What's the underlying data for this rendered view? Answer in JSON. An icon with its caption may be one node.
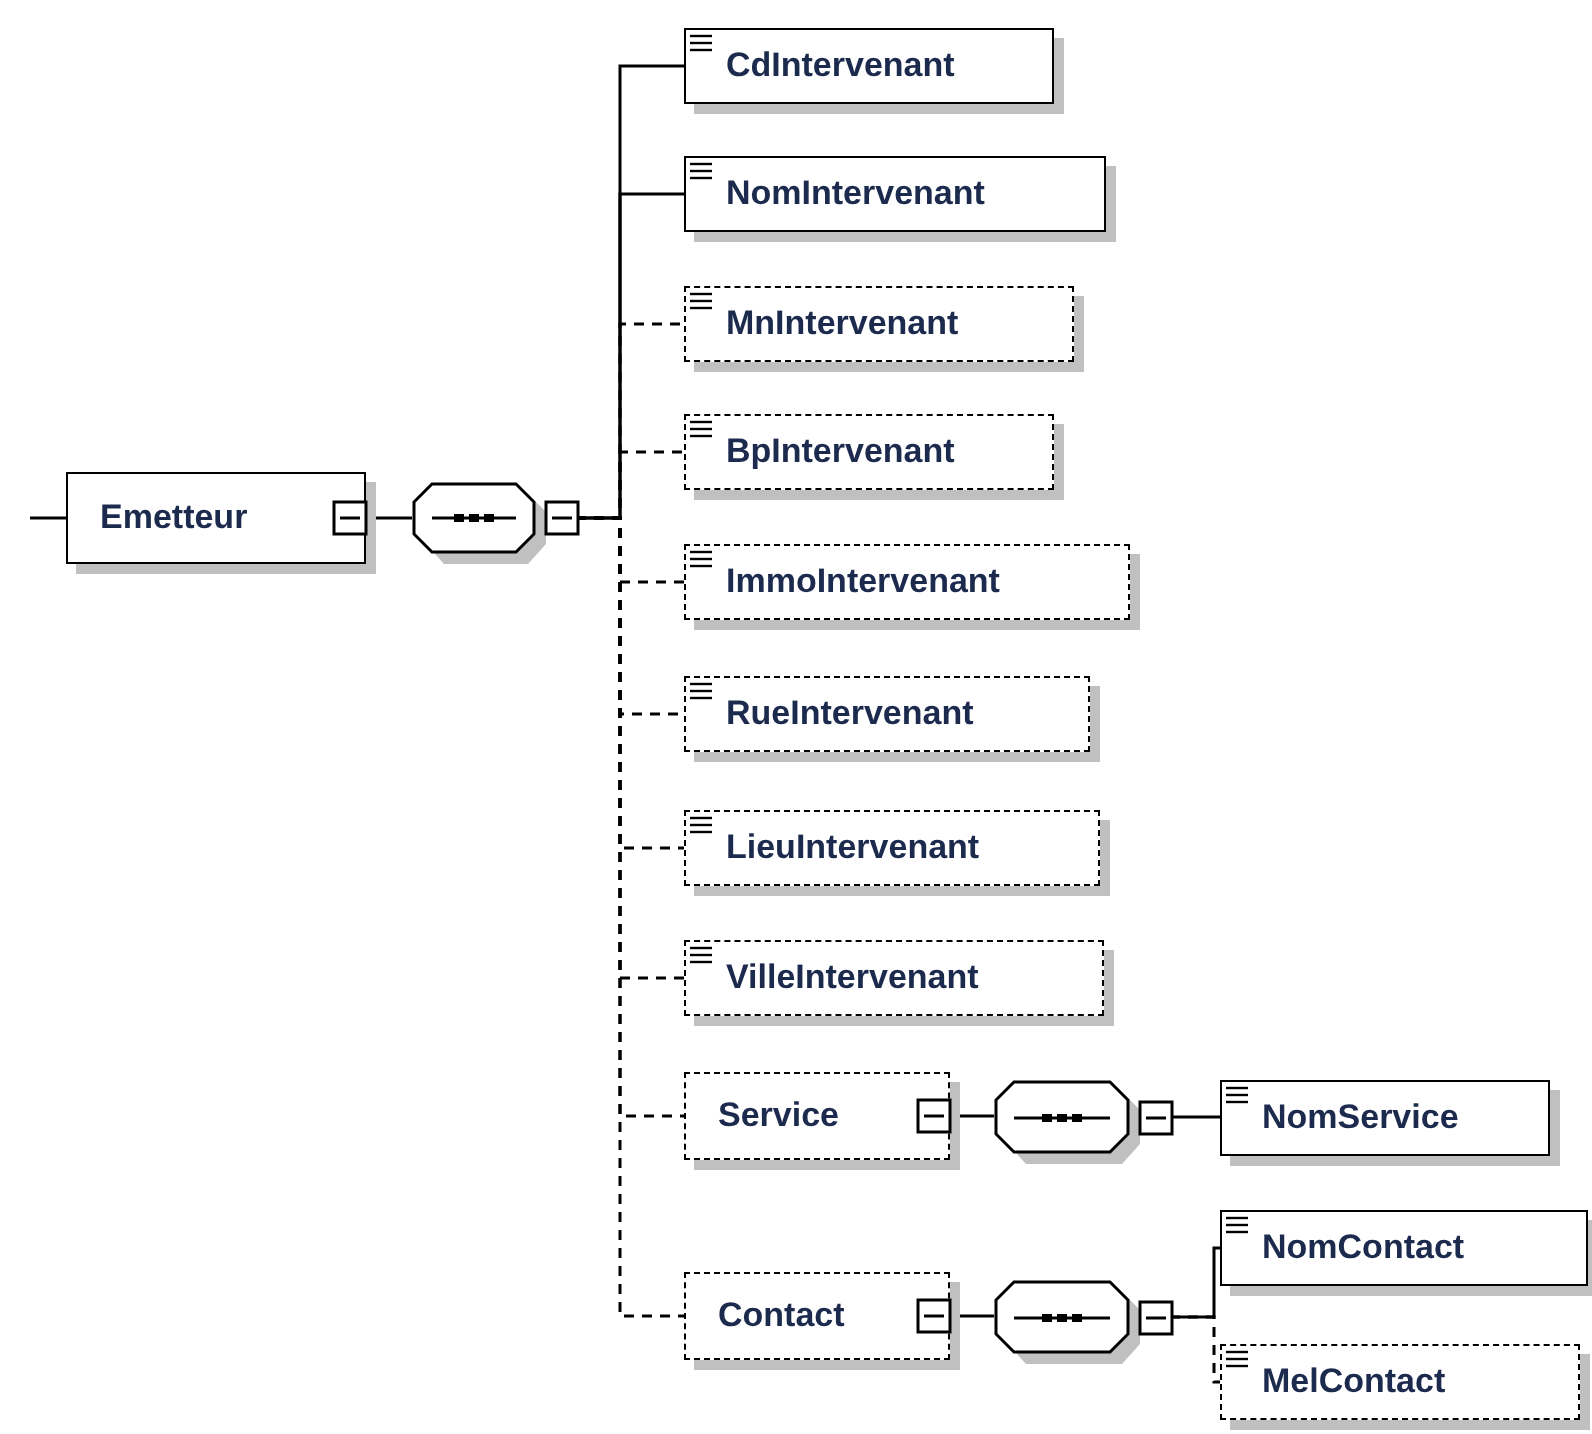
{
  "diagram": {
    "nodes": [
      {
        "text": [
          "Emetteur"
        ]
      },
      {
        "text": [],
        "shape": "octagon"
      },
      {
        "text": [
          "CdIntervenant"
        ]
      },
      {
        "text": [
          "NomIntervenant"
        ]
      },
      {
        "text": [
          "MnIntervenant"
        ]
      },
      {
        "text": [
          "BpIntervenant"
        ]
      },
      {
        "text": [
          "ImmoIntervenant"
        ]
      },
      {
        "text": [
          "RueIntervenant"
        ]
      },
      {
        "text": [
          "LieuIntervenant"
        ]
      },
      {
        "text": [
          "VilleIntervenant"
        ]
      },
      {
        "text": [
          "Service"
        ]
      },
      {
        "text": [],
        "shape": "octagon"
      },
      {
        "text": [
          "NomService"
        ]
      },
      {
        "text": [
          "Contact"
        ]
      },
      {
        "text": [],
        "shape": "octagon"
      },
      {
        "text": [
          "NomContact"
        ]
      },
      {
        "text": [
          "MelContact"
        ]
      }
    ],
    "edges": [
      {
        "from": null,
        "to": 0,
        "arrow": "none"
      },
      {
        "from": 0,
        "to": 1,
        "arrow": "none"
      },
      {
        "from": 1,
        "to": 2,
        "arrow": "none"
      },
      {
        "from": 1,
        "to": 3,
        "arrow": "none"
      },
      {
        "from": 1,
        "to": 4,
        "arrow": "none",
        "style": "dashed"
      },
      {
        "from": 1,
        "to": 5,
        "arrow": "none",
        "style": "dashed"
      },
      {
        "from": 1,
        "to": 6,
        "arrow": "none",
        "style": "dashed"
      },
      {
        "from": 1,
        "to": 7,
        "arrow": "none",
        "style": "dashed"
      },
      {
        "from": 1,
        "to": 8,
        "arrow": "none",
        "style": "dashed"
      },
      {
        "from": 1,
        "to": 9,
        "arrow": "none",
        "style": "dashed"
      },
      {
        "from": 1,
        "to": 10,
        "arrow": "none",
        "style": "dashed"
      },
      {
        "from": 1,
        "to": 13,
        "arrow": "none",
        "style": "dashed"
      },
      {
        "from": 10,
        "to": 11,
        "arrow": "none"
      },
      {
        "from": 11,
        "to": 12,
        "arrow": "none"
      },
      {
        "from": 13,
        "to": 14,
        "arrow": "none"
      },
      {
        "from": 14,
        "to": 15,
        "arrow": "none"
      },
      {
        "from": 14,
        "to": 16,
        "arrow": "none",
        "style": "dashed"
      }
    ]
  }
}
